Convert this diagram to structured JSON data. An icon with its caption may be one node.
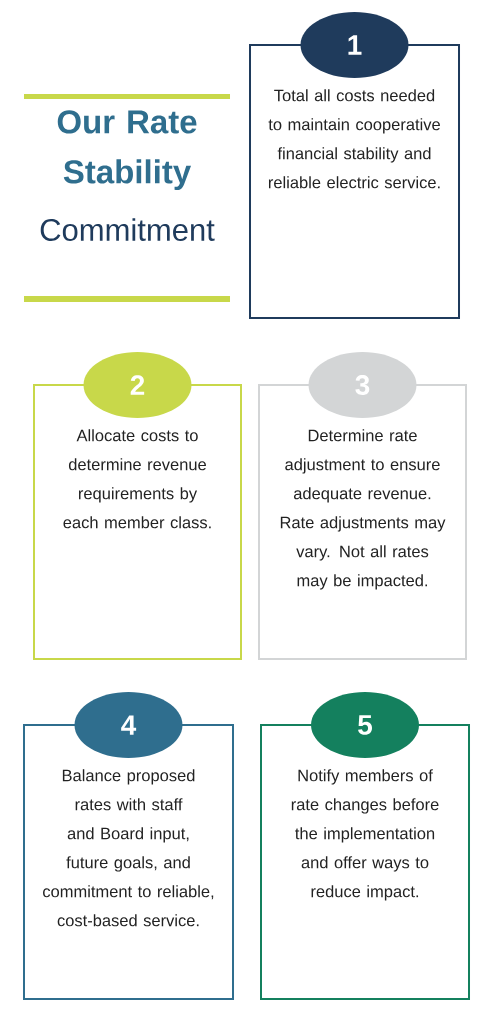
{
  "diagram": {
    "title": "Our Rate Stability",
    "nodes": [
      {
        "text": [
          "1"
        ]
      },
      {
        "text": [
          "Total all costs needed to maintain cooperative financial stability and reliable electric service."
        ]
      },
      {
        "text": [
          "2"
        ]
      },
      {
        "text": [
          "Allocate costs to determine revenue requirements by each member class."
        ]
      },
      {
        "text": [
          "3"
        ]
      },
      {
        "text": [
          "Determine rate adjustment to ensure adequate revenue. Rate adjustments may vary. Not all rates may be impacted."
        ]
      },
      {
        "text": [
          "4"
        ]
      },
      {
        "text": [
          "Balance proposed rates with staff and Board input, future goals, and commitment to reliable, cost-based service."
        ]
      },
      {
        "text": [
          "5"
        ]
      },
      {
        "text": [
          "Notify members of rate changes before the implementation and offer ways to reduce impact."
        ]
      }
    ],
    "labels": [
      "Commitment"
    ]
  }
}
